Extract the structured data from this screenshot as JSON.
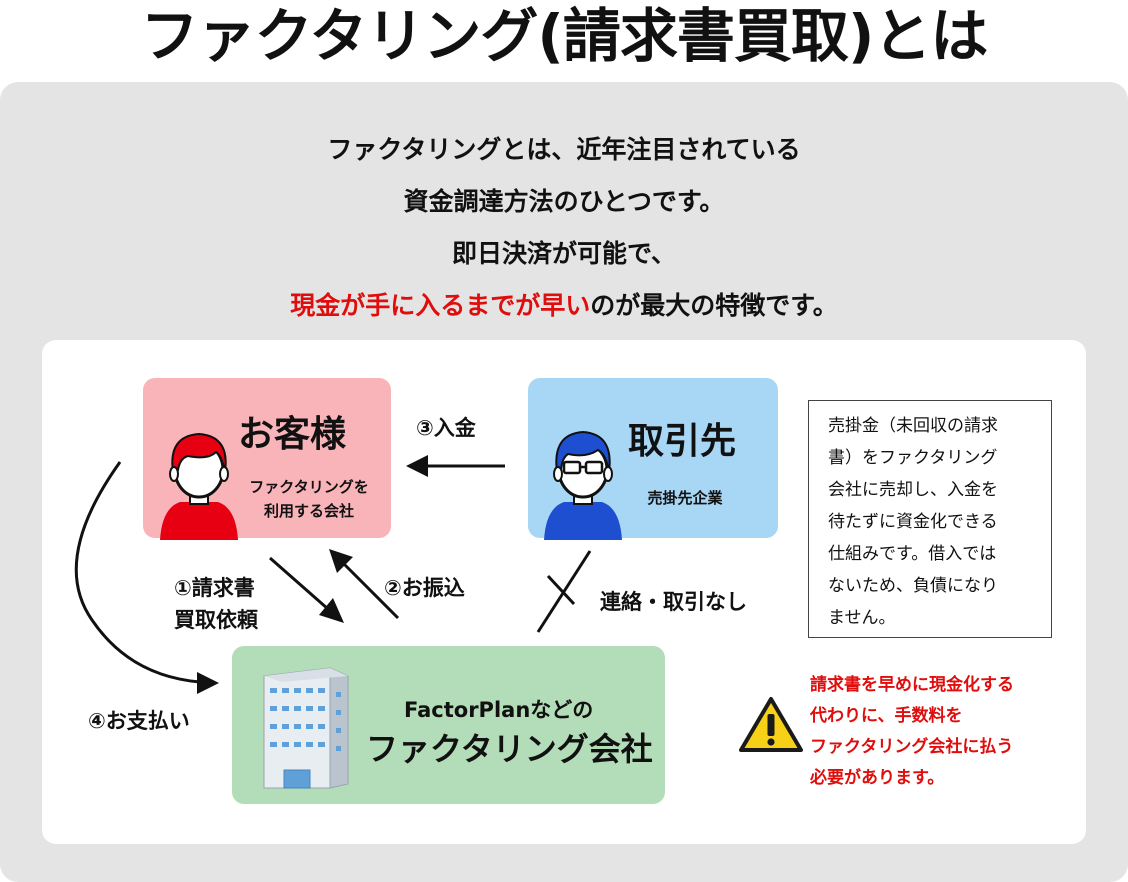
{
  "title": "ファクタリング(請求書買取)とは",
  "intro": {
    "line1": "ファクタリングとは、近年注目されている",
    "line2": "資金調達方法のひとつです。",
    "line3": "即日決済が可能で、",
    "line4_red": "現金が手に入るまでが早い",
    "line4_rest": "のが最大の特徴です。"
  },
  "customer": {
    "name": "お客様",
    "desc_line1": "ファクタリングを",
    "desc_line2": "利用する会社"
  },
  "client": {
    "name": "取引先",
    "desc": "売掛先企業"
  },
  "factoring": {
    "name_line1": "FactorPlanなどの",
    "name_line2": "ファクタリング会社"
  },
  "arrows": {
    "step3": "③入金",
    "step1_line1": "①請求書",
    "step1_line2": "買取依頼",
    "step2": "②お振込",
    "no_contact": "連絡・取引なし",
    "step4": "④お支払い"
  },
  "note": {
    "line1": "売掛金（未回収の請求",
    "line2": "書）をファクタリング",
    "line3": "会社に売却し、入金を",
    "line4": "待たずに資金化できる",
    "line5": "仕組みです。借入では",
    "line6": "ないため、負債になり",
    "line7": "ません。"
  },
  "warning": {
    "line1": "請求書を早めに現金化する",
    "line2": "代わりに、手数料を",
    "line3": "ファクタリング会社に払う",
    "line4": "必要があります。",
    "icon": "warning-triangle-icon"
  },
  "colors": {
    "accent_red": "#e00d0d",
    "customer_box": "#f9b4b9",
    "client_box": "#a8d6f5",
    "factoring_box": "#b3dcb9",
    "panel_grey": "#e4e4e4",
    "warning_yellow": "#f7d117"
  }
}
